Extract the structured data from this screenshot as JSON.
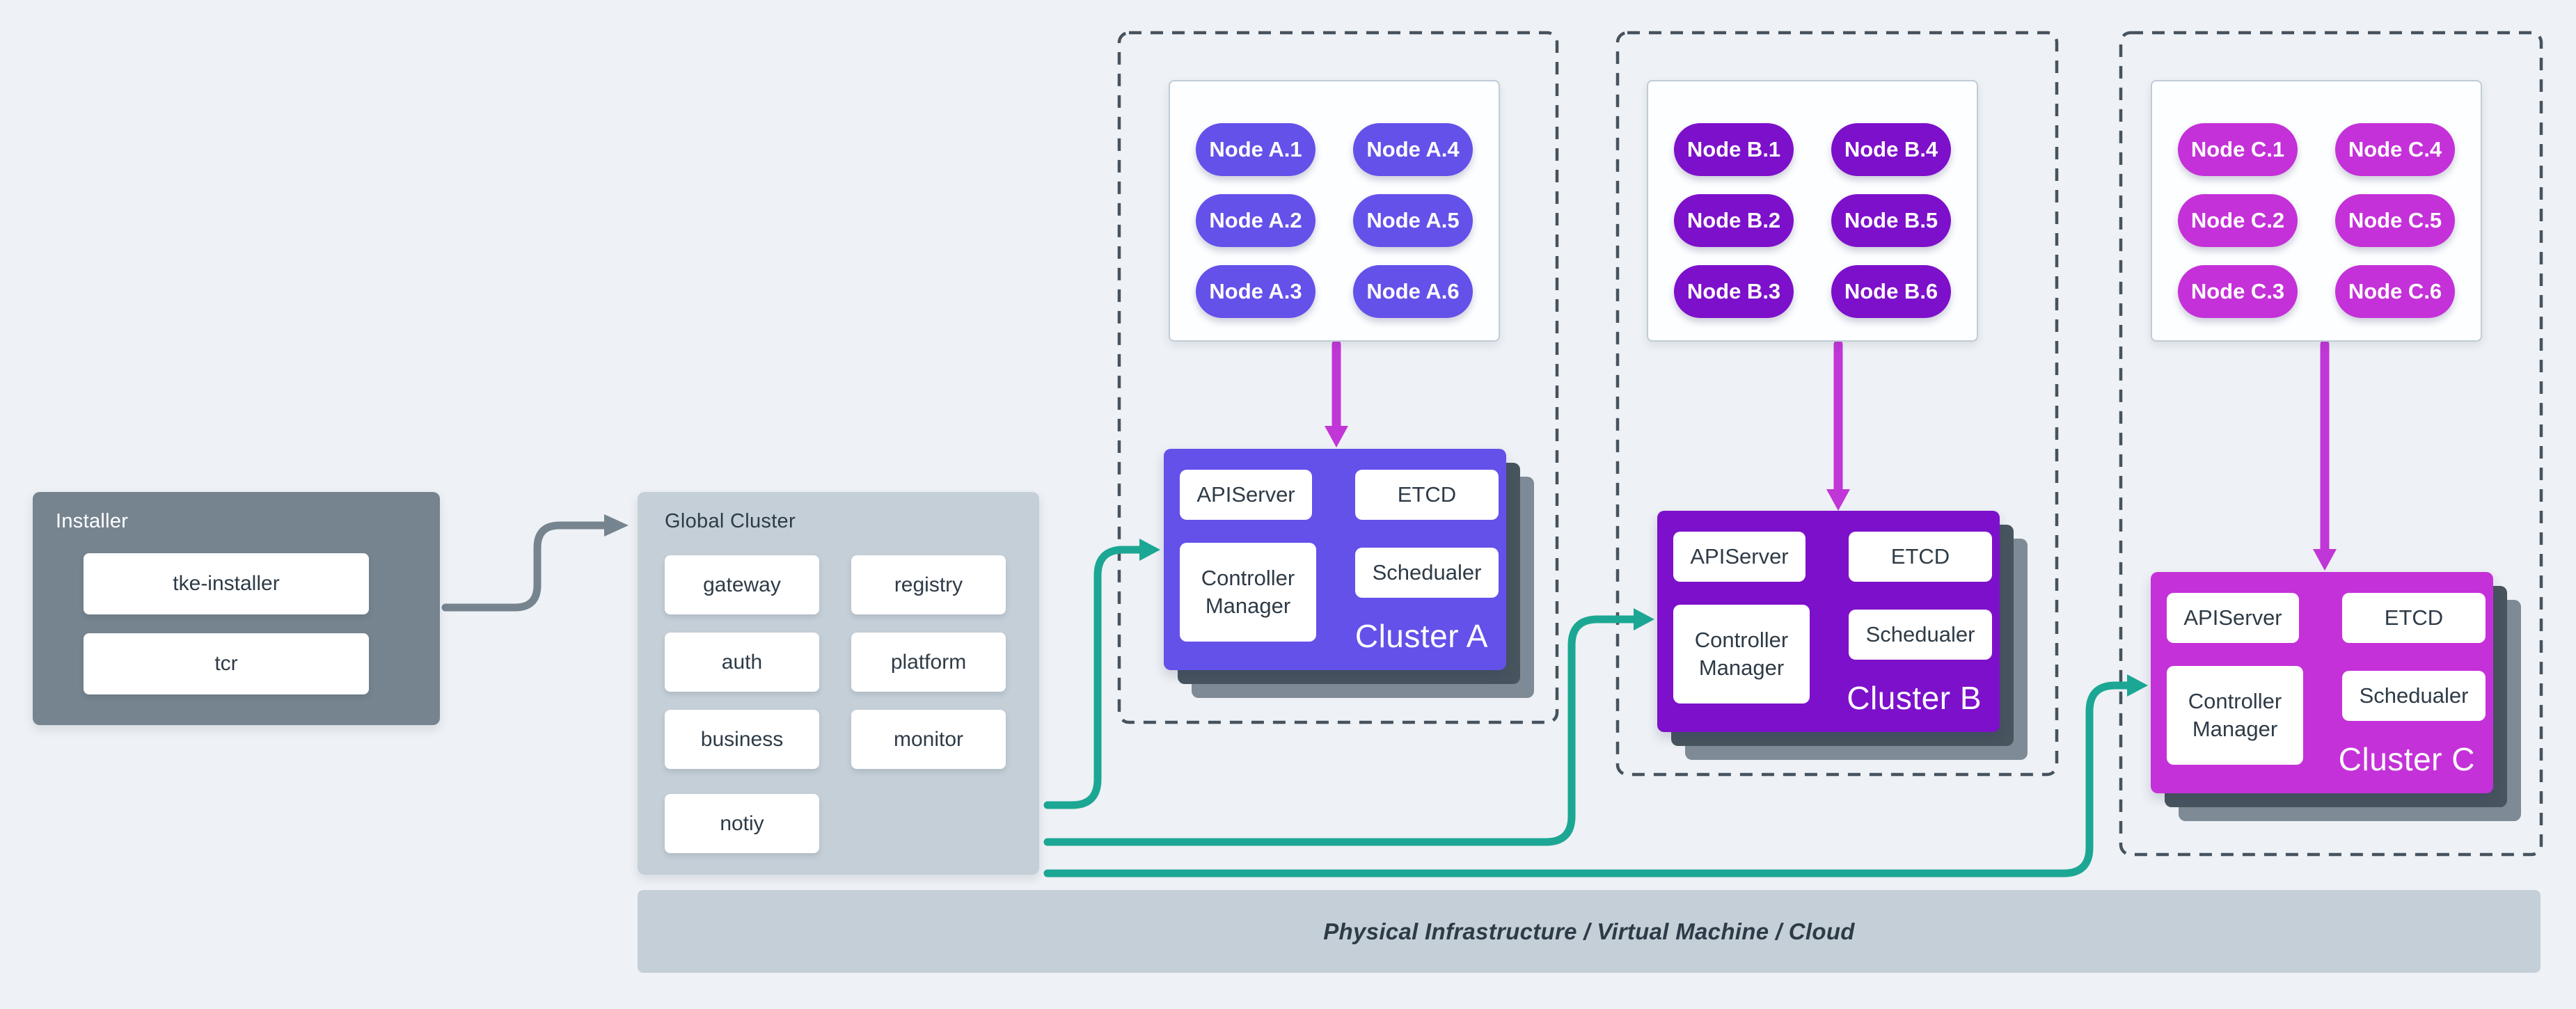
{
  "installer": {
    "title": "Installer",
    "components": [
      "tke-installer",
      "tcr"
    ]
  },
  "global_cluster": {
    "title": "Global Cluster",
    "services": [
      "gateway",
      "registry",
      "auth",
      "platform",
      "business",
      "monitor",
      "notiy"
    ]
  },
  "clusters": [
    {
      "name": "Cluster A",
      "color": "#6351e9",
      "nodes": [
        "Node A.1",
        "Node A.2",
        "Node A.3",
        "Node A.4",
        "Node A.5",
        "Node A.6"
      ],
      "components": {
        "api_server": "APIServer",
        "etcd": "ETCD",
        "controller_manager": "Controller Manager",
        "scheduler": "Schedualer"
      }
    },
    {
      "name": "Cluster B",
      "color": "#7d10ca",
      "nodes": [
        "Node B.1",
        "Node B.2",
        "Node B.3",
        "Node B.4",
        "Node B.5",
        "Node B.6"
      ],
      "components": {
        "api_server": "APIServer",
        "etcd": "ETCD",
        "controller_manager": "Controller Manager",
        "scheduler": "Schedualer"
      }
    },
    {
      "name": "Cluster C",
      "color": "#c431d8",
      "nodes": [
        "Node C.1",
        "Node C.2",
        "Node C.3",
        "Node C.4",
        "Node C.5",
        "Node C.6"
      ],
      "components": {
        "api_server": "APIServer",
        "etcd": "ETCD",
        "controller_manager": "Controller Manager",
        "scheduler": "Schedualer"
      }
    }
  ],
  "infrastructure_bar": {
    "label": "Physical Infrastructure / Virtual Machine / Cloud"
  },
  "colors": {
    "background": "#eef1f5",
    "installer_bg": "#76848f",
    "panel_bg": "#c5cfd8",
    "text_dark": "#2e3b47",
    "cluster_a": "#6351e9",
    "cluster_b": "#7d10ca",
    "cluster_c": "#c431d8",
    "teal_connector": "#1ca794",
    "magenta_connector": "#c136d6",
    "gray_connector": "#76848f",
    "dashed_border": "#46535f",
    "shadow_dark": "#48555f",
    "shadow_light": "#7e8b96"
  }
}
